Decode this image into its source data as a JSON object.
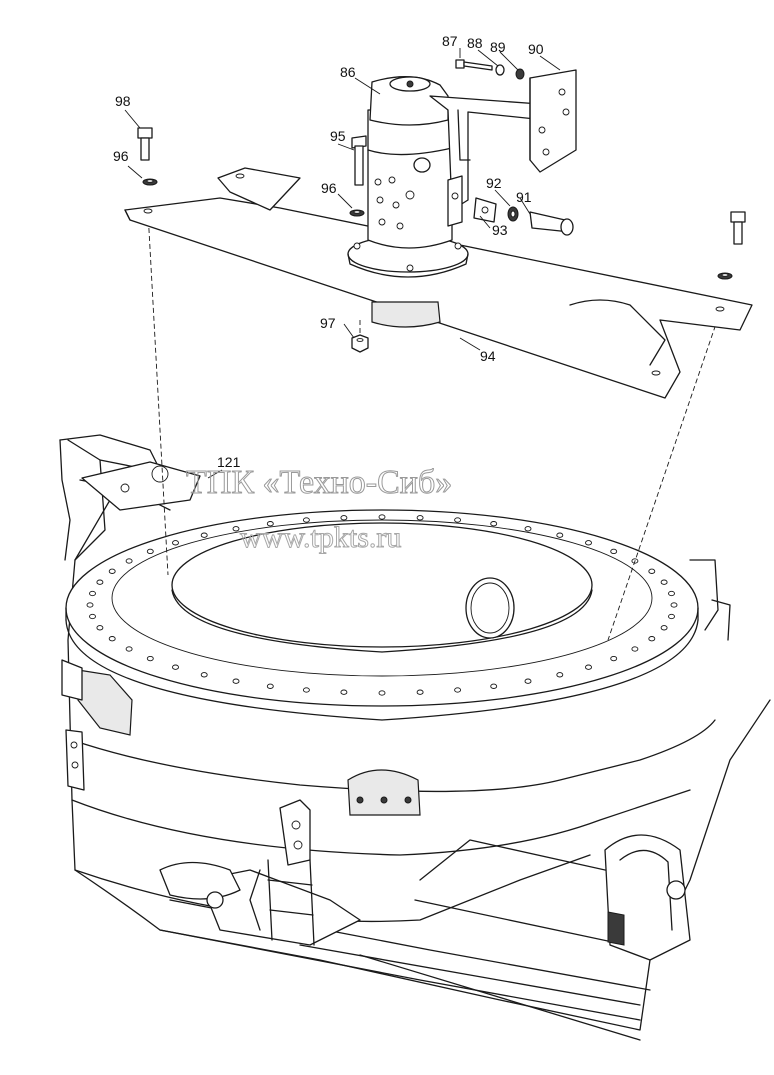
{
  "callouts": {
    "c87": "87",
    "c88": "88",
    "c89": "89",
    "c90": "90",
    "c86": "86",
    "c98": "98",
    "c95": "95",
    "c96a": "96",
    "c96b": "96",
    "c92": "92",
    "c91": "91",
    "c93": "93",
    "c97": "97",
    "c94": "94",
    "c121": "121"
  },
  "watermark": {
    "line1": "ТПК «Техно-Сиб»",
    "line2": "www.tpkts.ru"
  }
}
